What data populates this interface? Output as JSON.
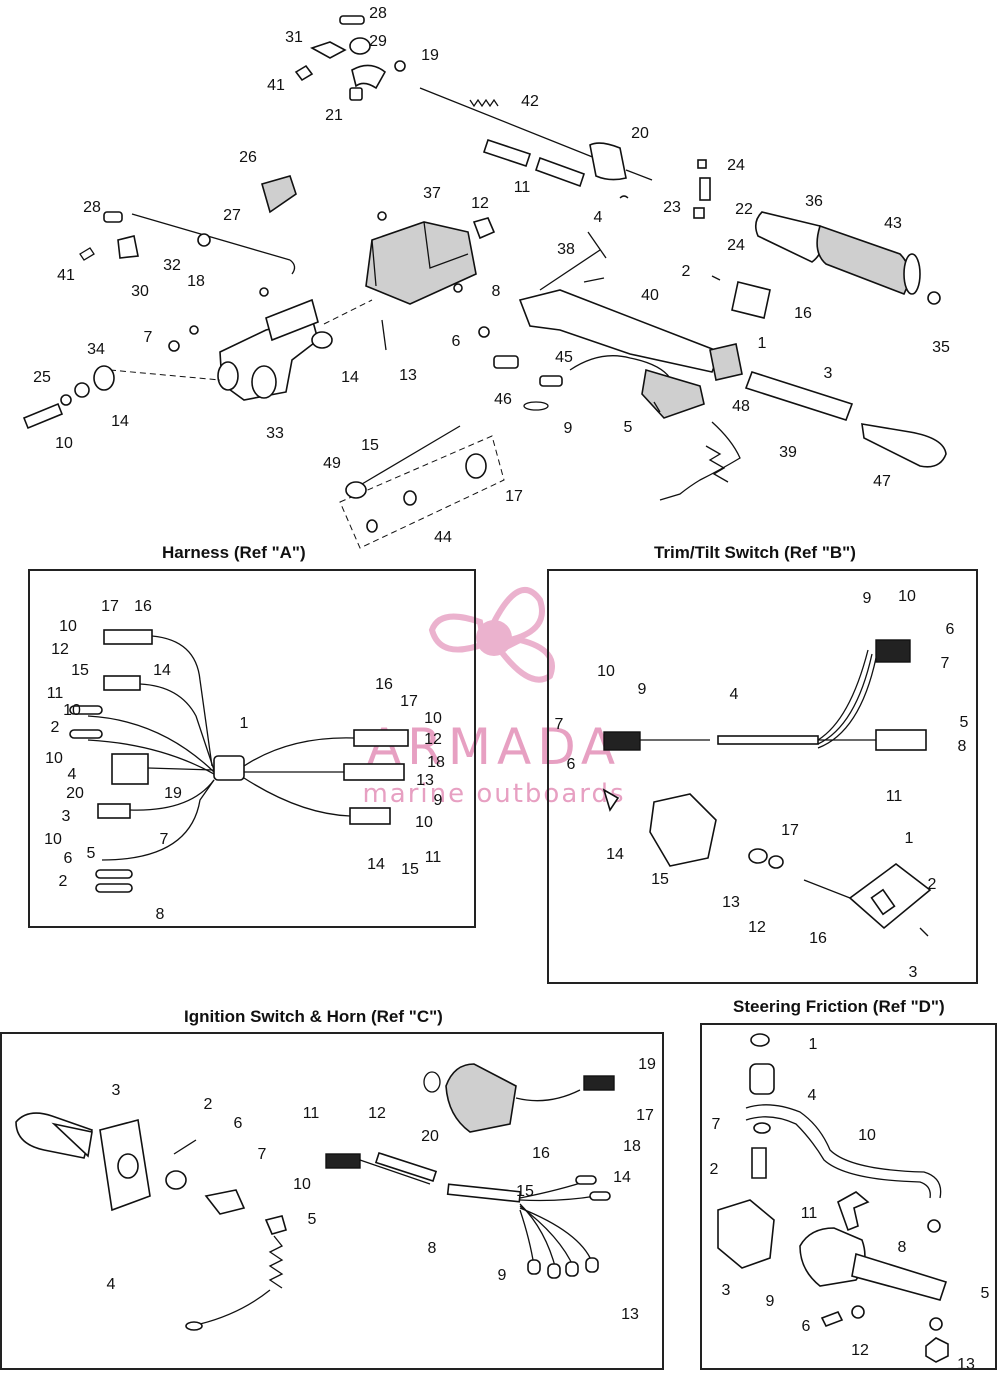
{
  "sections": {
    "harness": "Harness (Ref \"A\")",
    "trim_tilt": "Trim/Tilt Switch (Ref \"B\")",
    "ignition": "Ignition Switch & Horn (Ref \"C\")",
    "steering": "Steering Friction (Ref \"D\")"
  },
  "watermark": {
    "brand": "ARMADA",
    "tagline": "marine outboards",
    "color": "#e7a0c2"
  },
  "main_callouts": [
    "28",
    "31",
    "29",
    "19",
    "41",
    "21",
    "42",
    "20",
    "11",
    "4",
    "24",
    "23",
    "22",
    "24",
    "26",
    "37",
    "12",
    "36",
    "43",
    "28",
    "27",
    "41",
    "32",
    "30",
    "18",
    "8",
    "38",
    "40",
    "2",
    "16",
    "7",
    "34",
    "25",
    "14",
    "10",
    "14",
    "13",
    "33",
    "6",
    "45",
    "46",
    "9",
    "5",
    "48",
    "1",
    "3",
    "35",
    "39",
    "15",
    "49",
    "17",
    "44",
    "47"
  ],
  "harness_callouts": [
    "17",
    "16",
    "10",
    "12",
    "15",
    "14",
    "11",
    "10",
    "2",
    "10",
    "4",
    "20",
    "19",
    "1",
    "16",
    "17",
    "10",
    "12",
    "18",
    "13",
    "9",
    "3",
    "10",
    "6",
    "5",
    "7",
    "2",
    "8",
    "10",
    "14",
    "15",
    "11"
  ],
  "trim_callouts": [
    "9",
    "10",
    "6",
    "7",
    "10",
    "9",
    "4",
    "7",
    "6",
    "5",
    "8",
    "11",
    "14",
    "15",
    "17",
    "1",
    "2",
    "13",
    "12",
    "16",
    "3"
  ],
  "ignition_callouts": [
    "3",
    "2",
    "6",
    "7",
    "4",
    "5",
    "11",
    "12",
    "10",
    "8",
    "20",
    "19",
    "17",
    "18",
    "16",
    "15",
    "14",
    "9",
    "13"
  ],
  "steering_callouts": [
    "1",
    "4",
    "7",
    "2",
    "10",
    "11",
    "8",
    "3",
    "9",
    "6",
    "12",
    "5",
    "13"
  ]
}
